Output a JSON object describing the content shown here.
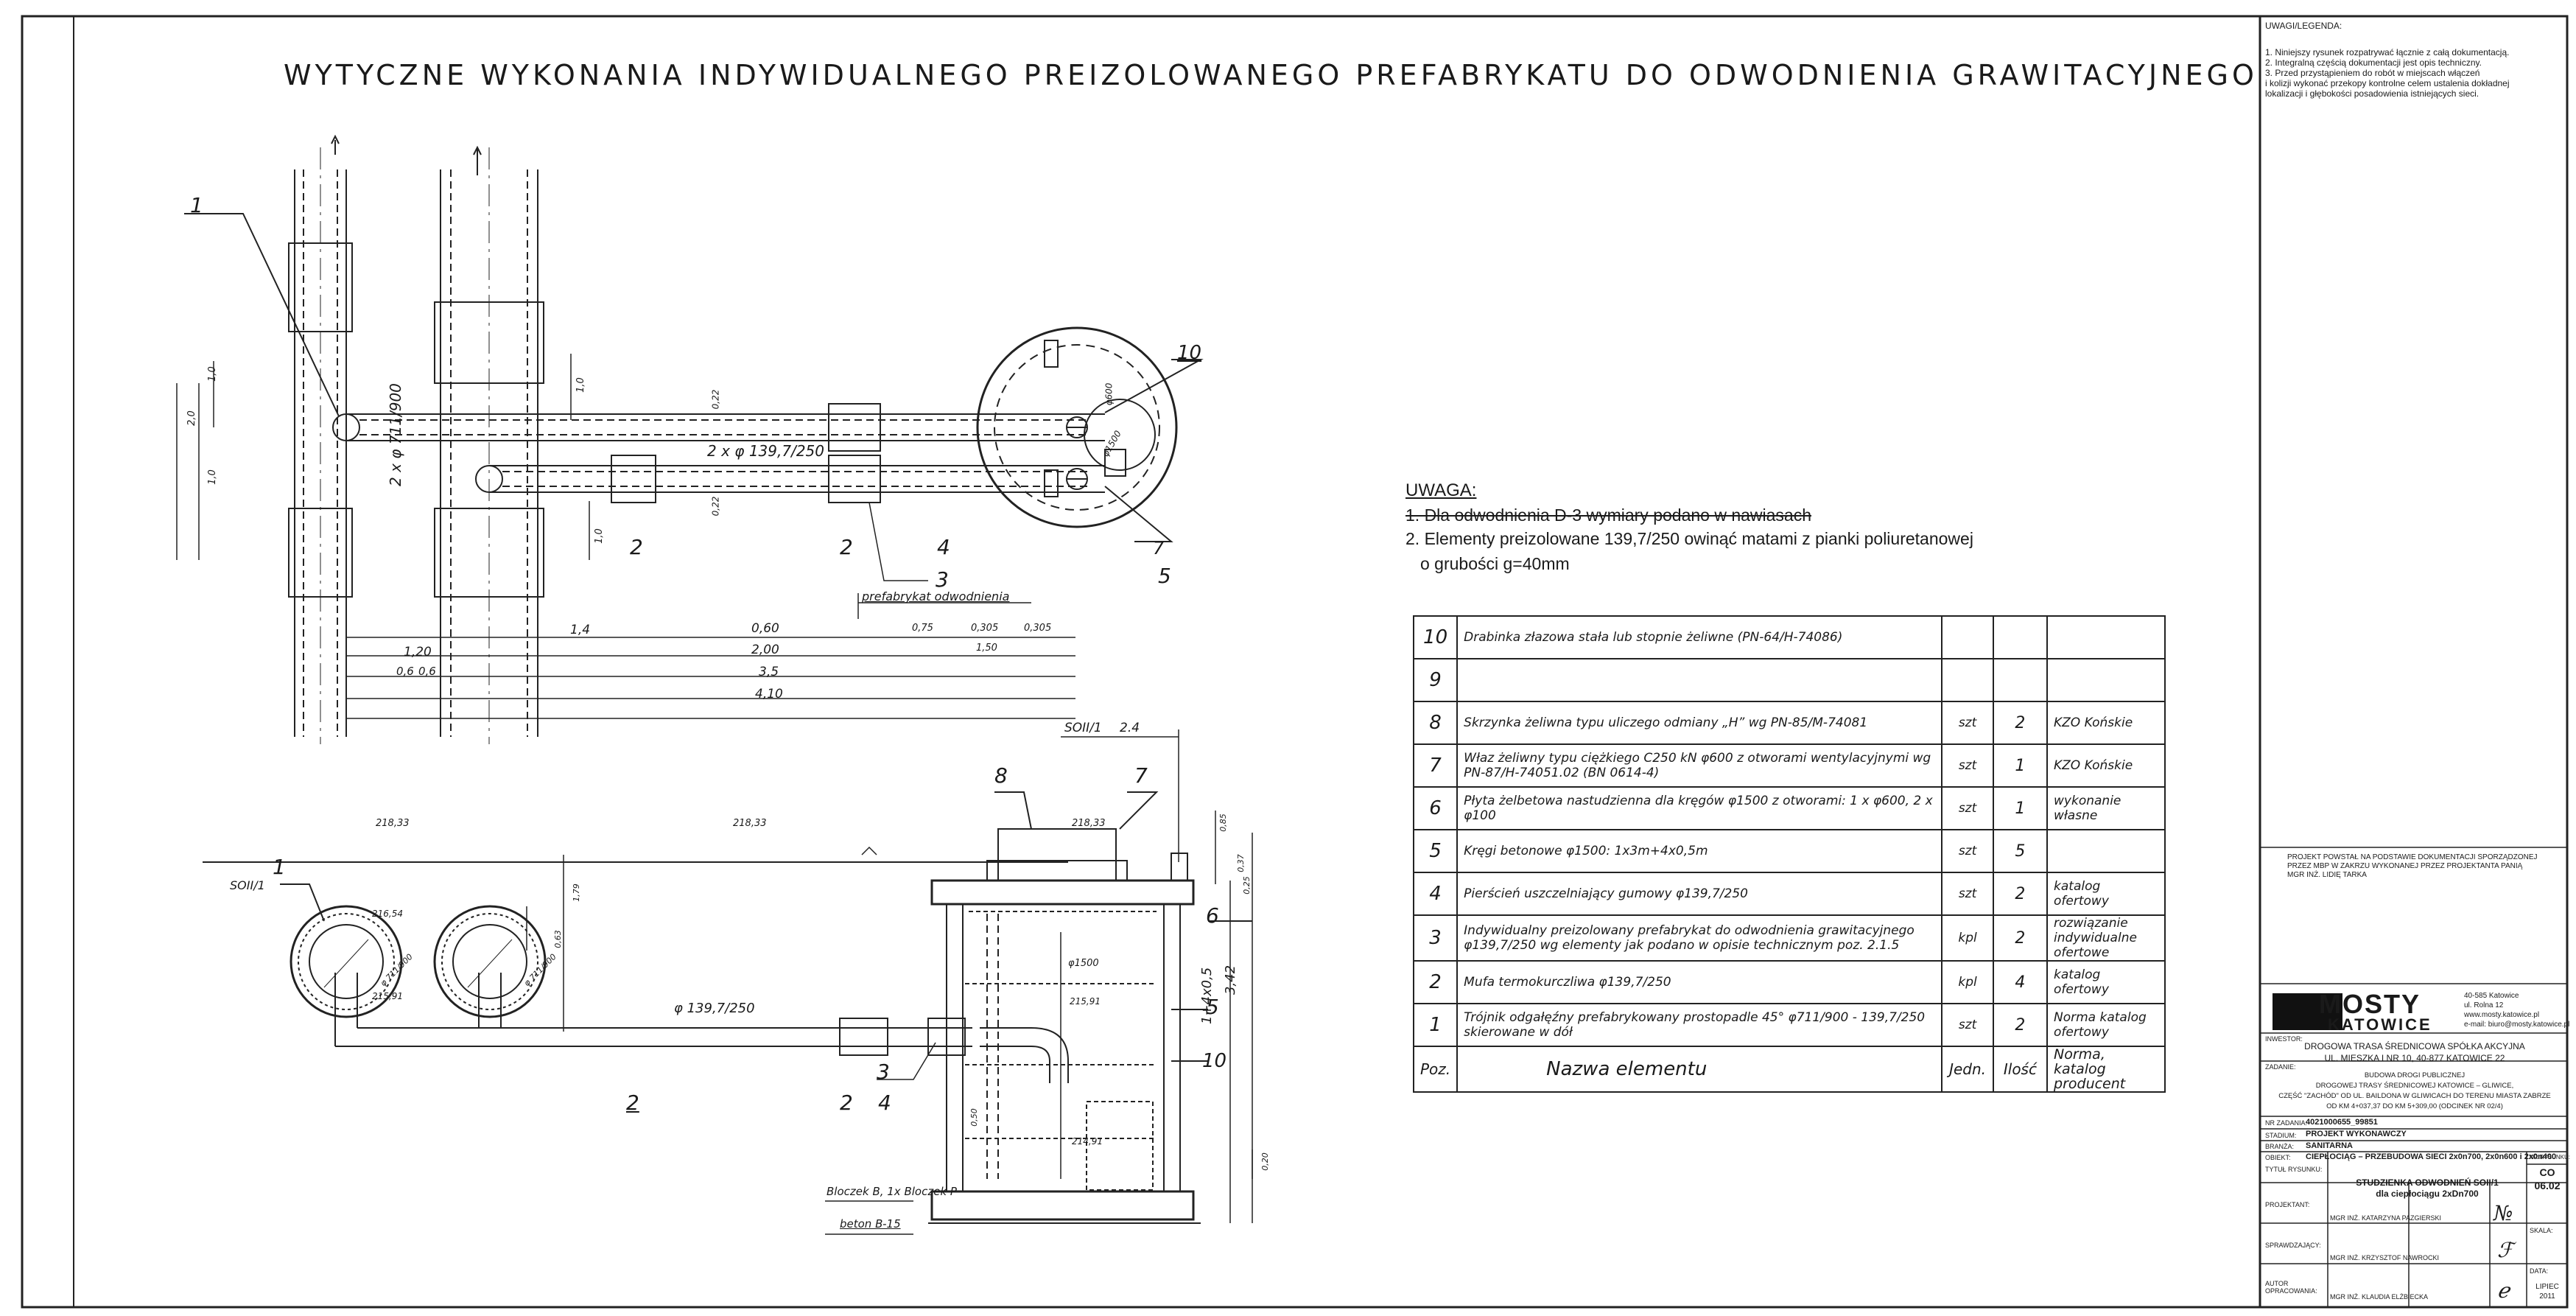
{
  "title": "WYTYCZNE WYKONANIA INDYWIDUALNEGO PREIZOLOWANEGO PREFABRYKATU DO ODWODNIENIA GRAWITACYJNEGO",
  "legend": {
    "heading": "UWAGI/LEGENDA:",
    "items": [
      "1. Niniejszy rysunek rozpatrywać łącznie z całą dokumentacją.",
      "2. Integralną częścią dokumentacji jest opis techniczny.",
      "3. Przed przystąpieniem do robót w miejscach włączeń",
      "i kolizji wykonać przekopy kontrolne celem ustalenia dokładnej",
      "lokalizacji i głębokości posadowienia istniejących sieci."
    ]
  },
  "uwaga": {
    "heading": "UWAGA:",
    "note1": "1. Dla odwodnienia D-3 wymiary podano w nawiasach",
    "note2": "2. Elementy preizolowane 139,7/250 owinąć matami z pianki poliuretanowej",
    "note3": "o grubości g=40mm"
  },
  "parts_table": {
    "rows": [
      {
        "no": "10",
        "name": "Drabinka złazowa stała lub stopnie żeliwne (PN-64/H-74086)",
        "unit": "",
        "qty": "",
        "remarks": ""
      },
      {
        "no": "9",
        "name": "",
        "unit": "",
        "qty": "",
        "remarks": ""
      },
      {
        "no": "8",
        "name": "Skrzynka żeliwna typu uliczego odmiany „H” wg PN-85/M-74081",
        "unit": "szt",
        "qty": "2",
        "remarks": "KZO Końskie"
      },
      {
        "no": "7",
        "name": "Właz żeliwny typu ciężkiego C250 kN φ600 z otworami wentylacyjnymi wg PN-87/H-74051.02 (BN 0614-4)",
        "unit": "szt",
        "qty": "1",
        "remarks": "KZO Końskie"
      },
      {
        "no": "6",
        "name": "Płyta żelbetowa nastudzienna dla kręgów φ1500 z otworami: 1 x φ600, 2 x φ100",
        "unit": "szt",
        "qty": "1",
        "remarks": "wykonanie własne"
      },
      {
        "no": "5",
        "name": "Kręgi betonowe φ1500: 1x3m+4x0,5m",
        "unit": "szt",
        "qty": "5",
        "remarks": ""
      },
      {
        "no": "4",
        "name": "Pierścień uszczelniający gumowy φ139,7/250",
        "unit": "szt",
        "qty": "2",
        "remarks": "katalog ofertowy"
      },
      {
        "no": "3",
        "name": "Indywidualny preizolowany prefabrykat do odwodnienia grawitacyjnego φ139,7/250 wg elementy jak podano w opisie technicznym poz. 2.1.5",
        "unit": "kpl",
        "qty": "2",
        "remarks": "rozwiązanie indywidualne ofertowe"
      },
      {
        "no": "2",
        "name": "Mufa termokurczliwa φ139,7/250",
        "unit": "kpl",
        "qty": "4",
        "remarks": "katalog ofertowy"
      },
      {
        "no": "1",
        "name": "Trójnik odgałęźny prefabrykowany prostopadle 45° φ711/900 - 139,7/250 skierowane w dół",
        "unit": "szt",
        "qty": "2",
        "remarks": "Norma katalog ofertowy"
      }
    ],
    "header": {
      "no": "Poz.",
      "name": "Nazwa elementu",
      "unit": "Jedn.",
      "qty": "Ilość",
      "remarks": "Norma, katalog producent"
    }
  },
  "plan_labels": {
    "pipe_dim": "2 x φ 711/900",
    "pipe_small": "2 x φ 139,7/250",
    "prefab_note": "prefabrykat odwodnienia",
    "dims": [
      "1,4",
      "0,60",
      "0,75",
      "0,305",
      "0,305",
      "1,50",
      "1,20",
      "2,00",
      "0,6",
      "0,6",
      "3,5",
      "4,10"
    ],
    "callouts": [
      "1",
      "2",
      "2",
      "3",
      "4",
      "5",
      "7",
      "10"
    ],
    "vert_dims": [
      "2,0",
      "1,0",
      "1,0",
      "1,0",
      "0,22",
      "0,22",
      "1,0"
    ],
    "manhole_dims": [
      "φ600",
      "φ1500"
    ]
  },
  "section_labels": {
    "section_mark": "SOII/1",
    "section_ref": "2.4",
    "pipe_label": "φ 139,7/250",
    "dims": [
      "218,33",
      "218,33",
      "218,33",
      "216,54",
      "215,91",
      "215,91",
      "214,91",
      "0,63",
      "1,79",
      "0,50",
      "0,20",
      "0,85",
      "0,37",
      "0,25"
    ],
    "manhole_inner": "φ1500",
    "height": "1+4x0,5",
    "total_height": "3,42",
    "bottom_note1": "Bloczek B, 1x Bloczek P",
    "bottom_note2": "beton B-15",
    "callouts": [
      "1",
      "2",
      "2",
      "3",
      "4",
      "5",
      "6",
      "7",
      "8",
      "10"
    ],
    "left_pipe_label": "φ 711/900"
  },
  "title_block": {
    "designer_note": "PROJEKT POWSTAŁ NA PODSTAWIE DOKUMENTACJI SPORZĄDZONEJ PRZEZ MBP W ZAKRZU WYKONANEJ PRZEZ PROJEKTANTA PANIĄ MGR INŻ. LIDIĘ TARKA",
    "company": "MOSTY",
    "company_sub": "KATOWICE",
    "address1": "40-585 Katowice",
    "address2": "ul. Rolna 12",
    "address3": "www.mosty.katowice.pl",
    "address4": "e-mail: biuro@mosty.katowice.pl",
    "investor_label": "INWESTOR:",
    "investor1": "DROGOWA TRASA ŚREDNICOWA SPÓŁKA AKCYJNA",
    "investor2": "UL. MIESZKA I NR 10, 40-877 KATOWICE 22",
    "object_label": "ZADANIE:",
    "object1": "BUDOWA DROGI PUBLICZNEJ",
    "object2": "DROGOWEJ TRASY ŚREDNICOWEJ KATOWICE – GLIWICE,",
    "object3": "CZĘŚĆ \"ZACHÓD\" OD UL. BAILDONA W GLIWICACH DO TERENU MIASTA ZABRZE",
    "object4": "OD KM 4+037,37 DO KM 5+309,00 (ODCINEK NR 02/4)",
    "number_label": "NR ZADANIA:",
    "number": "4021000655_99851",
    "stage_label": "STADIUM:",
    "stage": "PROJEKT WYKONAWCZY",
    "branch_label": "BRANŻA:",
    "branch": "SANITARNA",
    "part_label": "OBIEKT:",
    "part": "CIEPŁOCIĄG – PRZEBUDOWA SIECI 2x0n700, 2x0n600 i 2x0n400",
    "drawing_label": "TYTUŁ RYSUNKU:",
    "drawing_title1": "STUDZIENKA ODWODNIEŃ SOII/1",
    "drawing_title2": "dla ciepłociągu 2xDn700",
    "drawing_no_label": "NR RYSUNKU:",
    "drawing_no1": "CO",
    "drawing_no2": "06.02",
    "designer_label": "PROJEKTANT:",
    "designer": "MGR INŻ. KATARZYNA PAZGIERSKI",
    "checker_label": "SPRAWDZAJĄCY:",
    "checker": "MGR INŻ. KRZYSZTOF NAWROCKI",
    "author_label": "AUTOR OPRACOWANIA:",
    "author": "MGR INŻ. KLAUDIA ELŻBIECKA",
    "date_label": "DATA:",
    "date1": "LIPIEC",
    "date2": "2011",
    "scale_label": "SKALA:"
  }
}
